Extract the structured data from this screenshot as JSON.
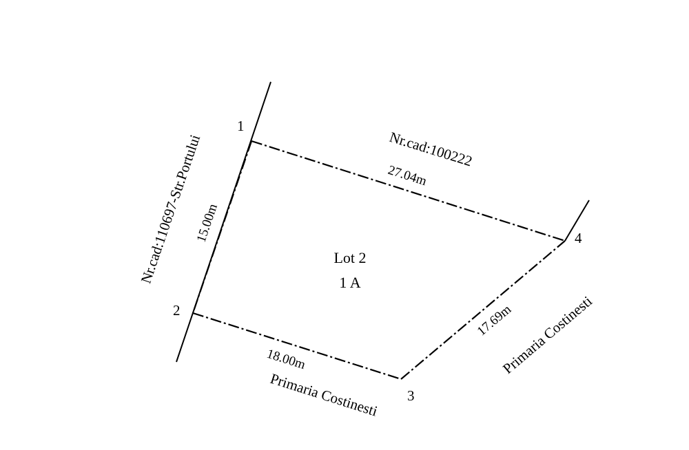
{
  "lot": {
    "name": "Lot 2",
    "area": "1 A"
  },
  "vertices": [
    {
      "id": "1",
      "label": "1"
    },
    {
      "id": "2",
      "label": "2"
    },
    {
      "id": "3",
      "label": "3"
    },
    {
      "id": "4",
      "label": "4"
    }
  ],
  "edges": [
    {
      "from": "1",
      "to": "4",
      "length": "27.04m"
    },
    {
      "from": "1",
      "to": "2",
      "length": "15.00m"
    },
    {
      "from": "2",
      "to": "3",
      "length": "18.00m"
    },
    {
      "from": "3",
      "to": "4",
      "length": "17.69m"
    }
  ],
  "neighbors": {
    "north": "Nr.cad:100222",
    "west": "Nr.cad:110697-Str.Portului",
    "south": "Primaria Costinesti",
    "east": "Primaria Costinesti"
  },
  "colors": {
    "line": "#000000",
    "background": "#ffffff"
  }
}
